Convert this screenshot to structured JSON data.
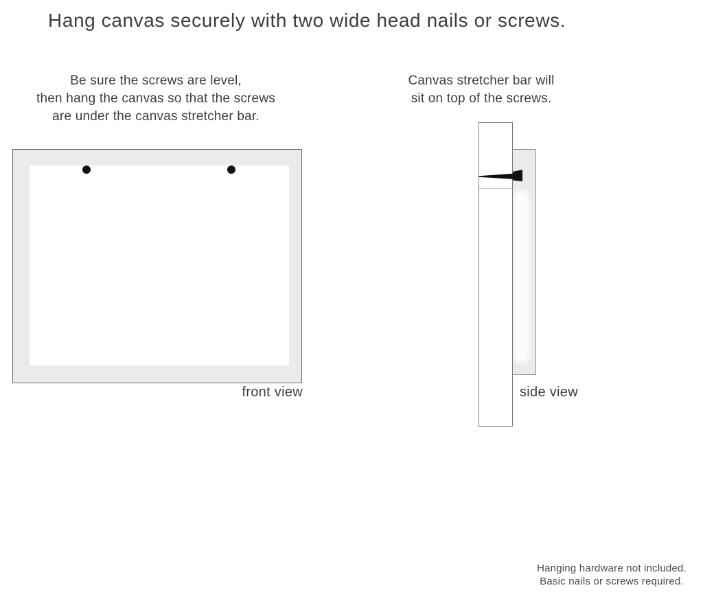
{
  "title": "Hang canvas securely with two wide head nails or screws.",
  "instructions": {
    "left": {
      "line1": "Be sure the screws are level,",
      "line2": "then hang the canvas so that the screws",
      "line3": "are under the canvas stretcher bar."
    },
    "right": {
      "line1": "Canvas stretcher bar will",
      "line2": "sit on top of the screws."
    }
  },
  "front_view": {
    "label": "front view",
    "nail_count": 2
  },
  "side_view": {
    "label": "side view"
  },
  "footer": {
    "line1": "Hanging hardware not included.",
    "line2": "Basic nails or screws required."
  },
  "colors": {
    "canvas-gray": "#ebebeb",
    "border-dark": "#6a6a6a",
    "text-dark": "#3d3d3d",
    "nail-black": "#101010"
  }
}
